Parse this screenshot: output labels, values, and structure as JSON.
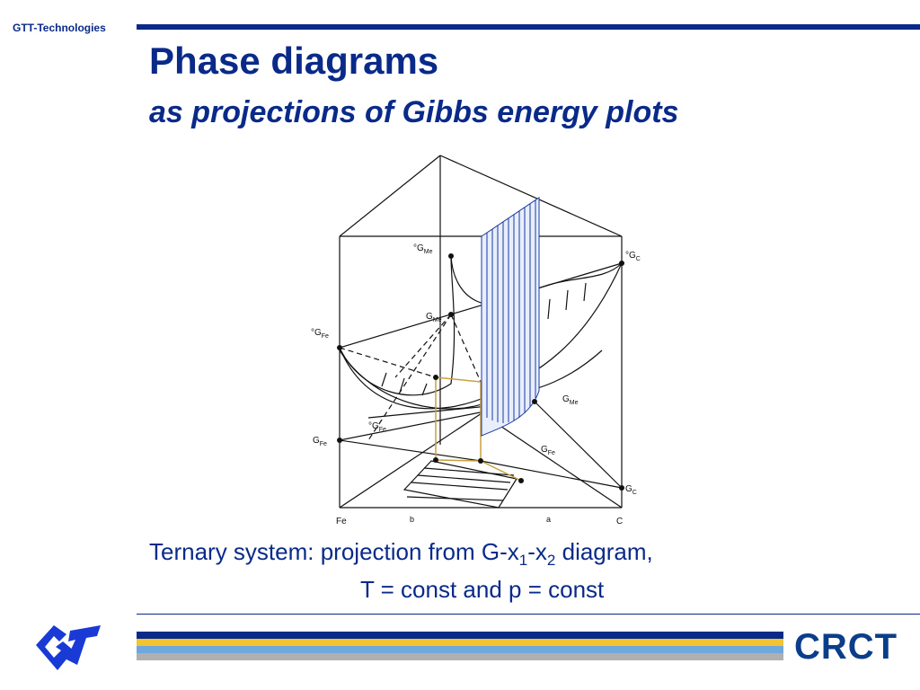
{
  "header": {
    "brand": "GTT-Technologies"
  },
  "slide": {
    "title": "Phase diagrams",
    "subtitle": "as projections of Gibbs energy plots"
  },
  "diagram": {
    "labels": {
      "g_me_alpha": "°G",
      "g_me_sub": "Me",
      "g_c_alpha": "°G",
      "g_c_sub": "C",
      "g_fe_alpha": "°G",
      "g_fe_sub": "Fe",
      "gbar_me": "G",
      "gbar_me_sub": "Me",
      "g_fea_cb": "°G",
      "g_fea_cb_sub": "Fe",
      "gbar_mea_cb": "G",
      "gbar_mea_cb_sub": "Me",
      "gbar_fe": "G",
      "gbar_fe_sub": "Fe",
      "gbar_fea_cb": "G",
      "gbar_fea_cb_sub": "Fe",
      "gbar_c": "G",
      "gbar_c_sub": "C",
      "axis_fe": "Fe",
      "axis_b": "b",
      "axis_a": "a",
      "axis_c": "C"
    }
  },
  "caption": {
    "line1_a": "Ternary system: projection from G-x",
    "sub1": "1",
    "line1_b": "-x",
    "sub2": "2",
    "line1_c": " diagram,",
    "line2": "T = const and p = const"
  },
  "footer": {
    "logo_text": "CRCT",
    "stripe_colors": [
      "#0a2a8a",
      "#f4c430",
      "#6fa8dc",
      "#b0b0b0"
    ]
  }
}
